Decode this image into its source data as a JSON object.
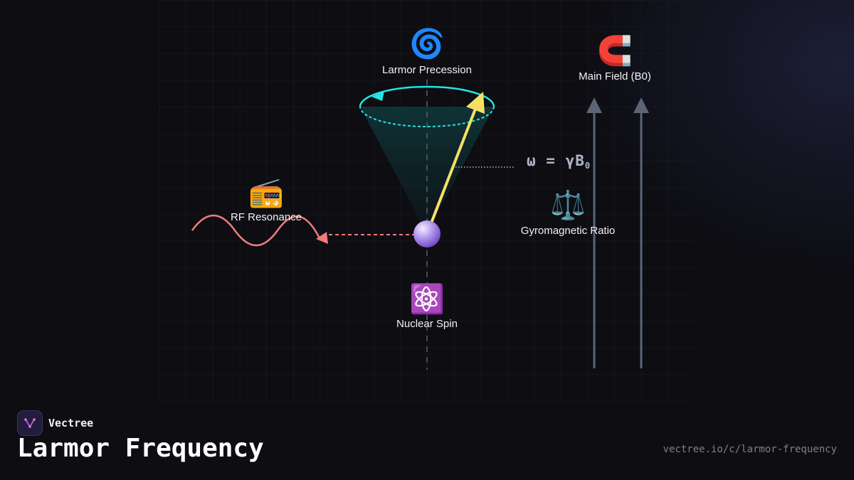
{
  "diagram": {
    "nodes": {
      "larmor_precession": {
        "icon": "🌀",
        "icon_name": "spiral-icon",
        "label": "Larmor Precession"
      },
      "main_field": {
        "icon": "🧲",
        "icon_name": "magnet-icon",
        "label": "Main Field (B0)"
      },
      "rf_resonance": {
        "icon": "📻",
        "icon_name": "radio-icon",
        "label": "RF Resonance"
      },
      "gyromagnetic_ratio": {
        "icon": "⚖️",
        "icon_name": "scales-icon",
        "label": "Gyromagnetic Ratio"
      },
      "nuclear_spin": {
        "icon": "⚛️",
        "icon_name": "atom-icon",
        "label": "Nuclear Spin"
      }
    },
    "formula": {
      "main": "ω = γB",
      "subscript": "0"
    },
    "colors": {
      "precession": "#22e5e5",
      "spin_vector": "#f5e063",
      "rf_wave": "#f07c7c",
      "field_lines": "#5c6576",
      "particle": "#9b7fe0"
    }
  },
  "footer": {
    "brand": "Vectree",
    "title": "Larmor Frequency",
    "url": "vectree.io/c/larmor-frequency"
  }
}
